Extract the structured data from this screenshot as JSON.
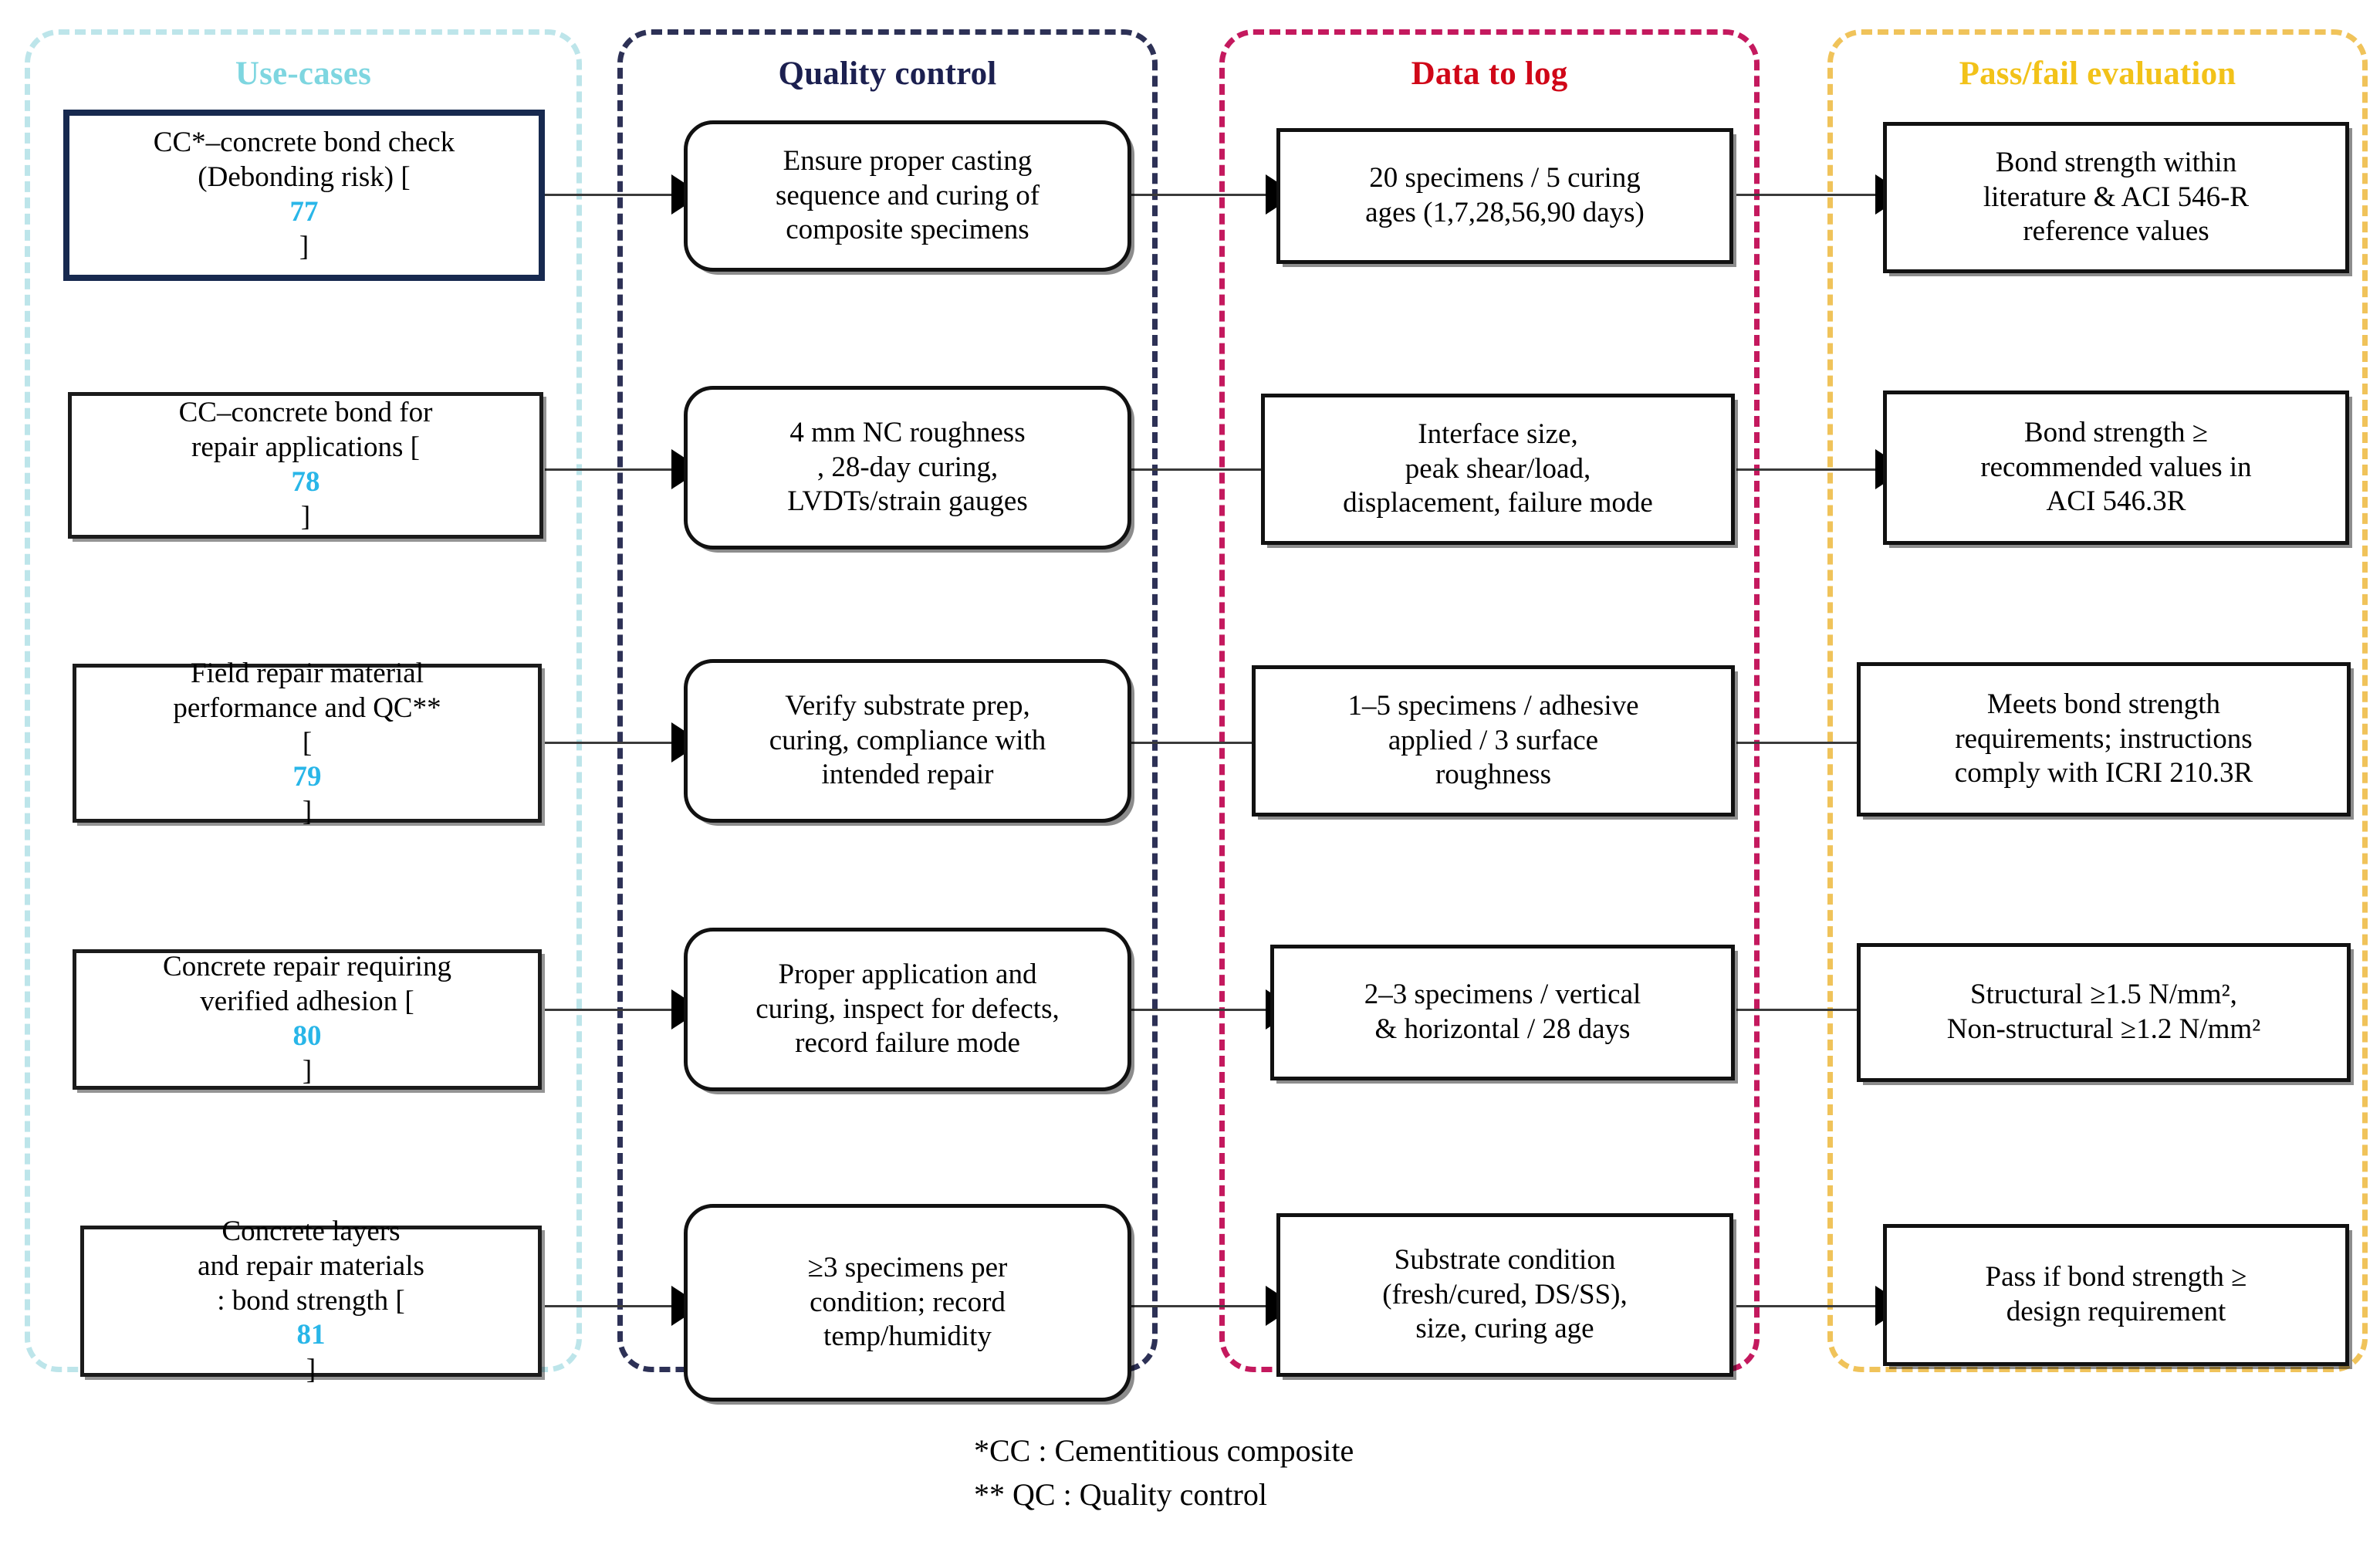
{
  "columns": [
    {
      "id": "usecases",
      "title": "Use-cases",
      "border_color": "#bde5ea",
      "title_color": "#7ed6e0"
    },
    {
      "id": "qc",
      "title": "Quality control",
      "border_color": "#2d3156",
      "title_color": "#1c2050"
    },
    {
      "id": "data",
      "title": "Data to log",
      "border_color": "#c4195e",
      "title_color": "#d00718"
    },
    {
      "id": "pass",
      "title": "Pass/fail evaluation",
      "border_color": "#f0c35a",
      "title_color": "#f2c219"
    }
  ],
  "rows": [
    {
      "use_case": "CC*–concrete bond check\n(Debonding risk) [",
      "use_case_cite": "77",
      "use_case_tail": "]",
      "quality_control": "Ensure proper casting\nsequence and curing of\ncomposite specimens",
      "data_to_log": "20 specimens / 5 curing\nages (1,7,28,56,90 days)",
      "pass_fail": "Bond strength within\nliterature & ACI 546-R\nreference values"
    },
    {
      "use_case": "CC–concrete bond for\nrepair applications [",
      "use_case_cite": "78",
      "use_case_tail": "]",
      "quality_control": "4 mm NC roughness\n, 28-day curing,\nLVDTs/strain gauges",
      "data_to_log": "Interface size,\npeak shear/load,\ndisplacement, failure mode",
      "pass_fail": "Bond strength ≥\nrecommended values in\nACI 546.3R"
    },
    {
      "use_case": "Field repair material\nperformance and QC**\n[",
      "use_case_cite": "79",
      "use_case_tail": "]",
      "quality_control": "Verify substrate prep,\ncuring, compliance with\nintended repair",
      "data_to_log": "1–5 specimens / adhesive\napplied / 3 surface\nroughness",
      "pass_fail": "Meets bond strength\nrequirements; instructions\ncomply with ICRI 210.3R"
    },
    {
      "use_case": "Concrete repair requiring\nverified adhesion [",
      "use_case_cite": "80",
      "use_case_tail": "]",
      "quality_control": "Proper application and\ncuring, inspect for defects,\nrecord failure mode",
      "data_to_log": "2–3 specimens / vertical\n& horizontal / 28 days",
      "pass_fail": "Structural ≥1.5 N/mm²,\nNon-structural ≥1.2 N/mm²"
    },
    {
      "use_case": "Concrete layers\nand repair materials\n: bond strength [",
      "use_case_cite": "81",
      "use_case_tail": "]",
      "quality_control": "≥3 specimens per\ncondition; record\ntemp/humidity",
      "data_to_log": "Substrate condition\n(fresh/cured, DS/SS),\nsize, curing age",
      "pass_fail": "Pass if bond strength ≥\ndesign requirement"
    }
  ],
  "footnotes": {
    "line1": "*CC : Cementitious composite",
    "line2": "** QC : Quality control"
  },
  "colors": {
    "citation": "#29b6e8",
    "first_box_border": "#17294f",
    "node_border": "#111111",
    "connector": "#3a3a3a"
  }
}
